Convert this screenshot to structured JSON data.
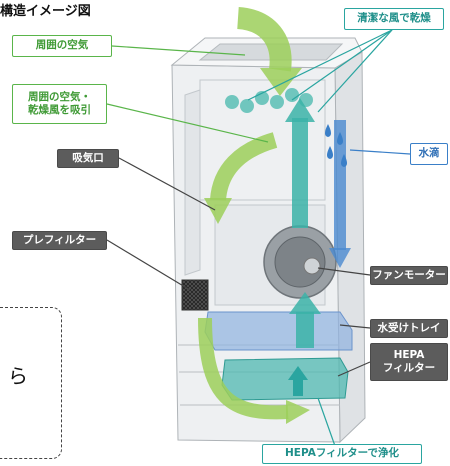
{
  "title": "構造イメージ図",
  "labels": {
    "ambient_air": "周囲の空気",
    "intake_line1": "周囲の空気・",
    "intake_line2": "乾燥風を吸引",
    "inlet": "吸気口",
    "prefilter": "プレフィルター",
    "clean_air": "清潔な風で乾燥",
    "water_drops": "水滴",
    "fan_motor": "ファンモーター",
    "water_tray": "水受けトレイ",
    "hepa_line1": "HEPA",
    "hepa_line2": "フィルター",
    "hepa_purify": "HEPAフィルターで浄化"
  },
  "side_note": "ら",
  "colors": {
    "air_green": "#9ccf5a",
    "clean_teal": "#3bb3a8",
    "water_blue": "#3a7fc8",
    "label_gray": "#5c5c5c"
  },
  "icons": [
    "dehumidifier-body",
    "fan-motor",
    "water-tray",
    "hepa-filter",
    "prefilter-grid",
    "water-drop-icon",
    "airflow-arrow"
  ]
}
